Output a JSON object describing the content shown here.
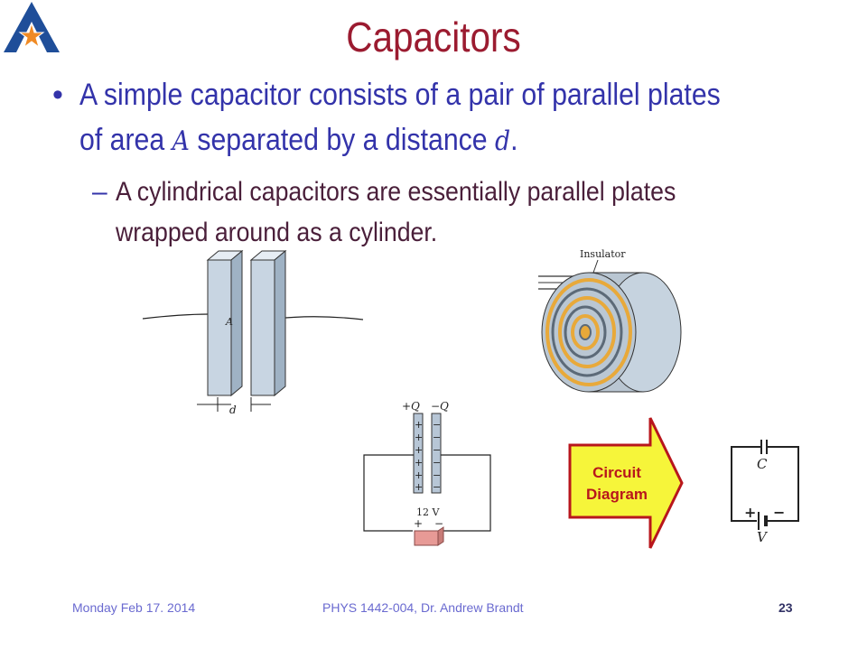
{
  "title": "Capacitors",
  "bullet1": {
    "line1": "A simple capacitor consists of a pair of parallel plates",
    "line2_start": "of area ",
    "var_area": "A",
    "line2_mid": " separated by a distance ",
    "var_dist": "d",
    "line2_end": "."
  },
  "sub_bullet": {
    "line1": "A cylindrical capacitors are essentially parallel plates",
    "line2": "wrapped around as a cylinder."
  },
  "figure_labels": {
    "plate_area": "A",
    "plate_distance": "d",
    "insulator": "Insulator",
    "plus_q": "+Q",
    "minus_q": "−Q",
    "voltage": "12 V",
    "plus_sign": "+",
    "minus_sign": "−",
    "cap_c": "C",
    "batt_v": "V"
  },
  "arrow_label": {
    "line1": "Circuit",
    "line2": "Diagram"
  },
  "footer": {
    "date": "Monday Feb 17. 2014",
    "course": "PHYS 1442-004, Dr. Andrew Brandt",
    "page": "23"
  },
  "colors": {
    "title": "#9b1b30",
    "body_text": "#3333aa",
    "sub_text": "#4a1f3a",
    "arrow_fill": "#f6f53a",
    "arrow_border": "#b8161c"
  }
}
